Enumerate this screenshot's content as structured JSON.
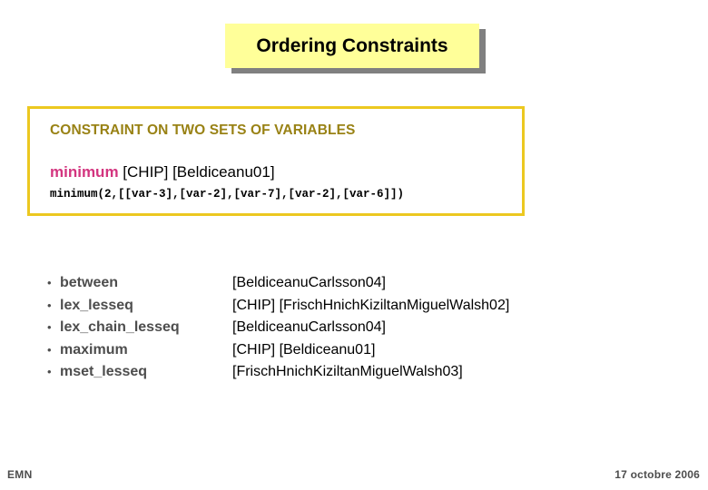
{
  "slide": {
    "title": "Ordering Constraints",
    "title_bg": "#ffff99",
    "title_shadow": "#808080"
  },
  "highlight_box": {
    "border_color": "#ecc820",
    "heading": "CONSTRAINT ON TWO SETS OF VARIABLES",
    "heading_color": "#998215",
    "example": {
      "keyword": "minimum",
      "keyword_color": "#d3357f",
      "references": " [CHIP] [Beldiceanu01]",
      "code": "minimum(2,[[var-3],[var-2],[var-7],[var-2],[var-6]])"
    }
  },
  "constraint_list": {
    "bullet_glyph": "•",
    "name_color": "#4d4d4d",
    "ref_color": "#000000",
    "items": [
      {
        "name": "between",
        "refs": "[BeldiceanuCarlsson04]"
      },
      {
        "name": "lex_lesseq",
        "refs": "[CHIP] [FrischHnichKiziltanMiguelWalsh02]"
      },
      {
        "name": "lex_chain_lesseq",
        "refs": "[BeldiceanuCarlsson04]"
      },
      {
        "name": "maximum",
        "refs": "[CHIP] [Beldiceanu01]"
      },
      {
        "name": "mset_lesseq",
        "refs": "[FrischHnichKiziltanMiguelWalsh03]"
      }
    ]
  },
  "footer": {
    "left": "EMN",
    "right": "17 octobre 2006"
  }
}
